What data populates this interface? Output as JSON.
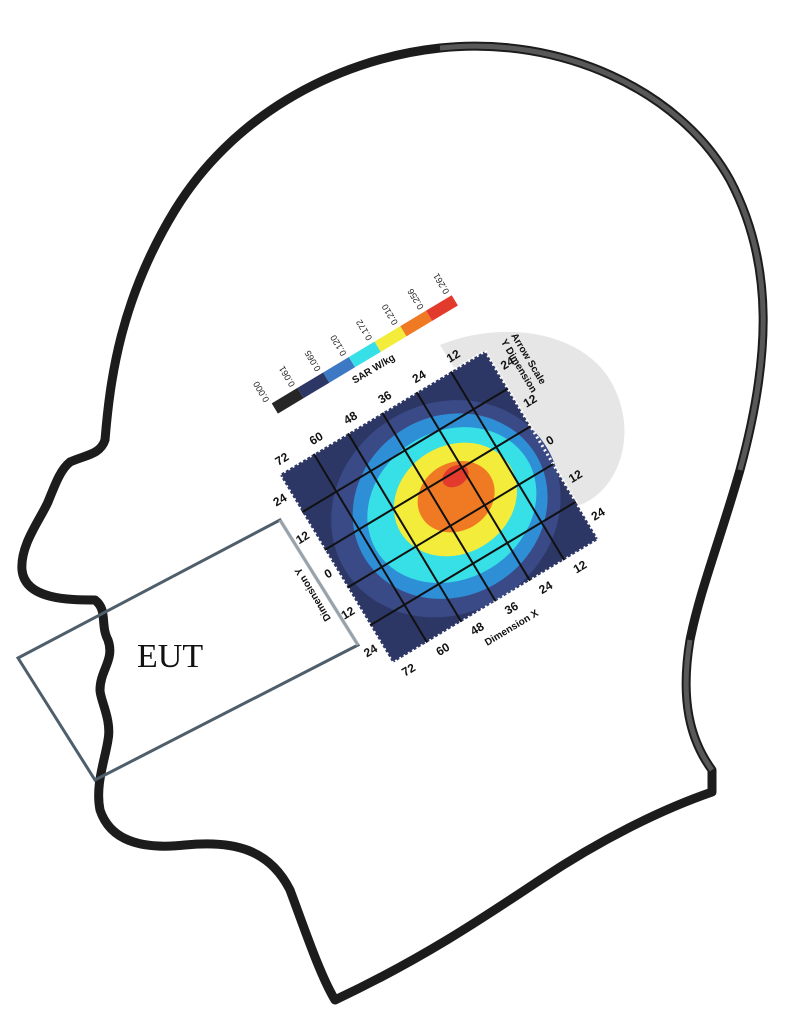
{
  "device_label": "EUT",
  "colors": {
    "head_outline": "#1c1c1c",
    "head_outline_light": "#8a8a8a",
    "device_outline": "#4e5e6a",
    "ear_shadow": "#dcdcdc",
    "grid_lines": "#111111",
    "map_background": "#2c3766",
    "level_0": "#3a4a86",
    "level_1": "#2f8fd6",
    "level_2": "#36e0e6",
    "level_3": "#f4ec3a",
    "level_4": "#f07a24",
    "level_5": "#e33a2e"
  },
  "color_scale": [
    "#262626",
    "#2c3766",
    "#3d78c4",
    "#36e0e6",
    "#f4ec3a",
    "#f07a24",
    "#e33a2e"
  ],
  "scale_ticks": [
    "0.000",
    "0.061",
    "0.065",
    "0.120",
    "0.172",
    "0.210",
    "0.256",
    "0.261"
  ],
  "scale_title": "SAR W/kg",
  "x_ticks": [
    "72",
    "60",
    "48",
    "36",
    "24",
    "12"
  ],
  "y_ticks": [
    "24",
    "12",
    "0",
    "12",
    "24"
  ],
  "x_axis_label": "Dimension X",
  "y_axis_label": "Dimension Y",
  "corner_label_1": "Arrow Scale",
  "corner_label_2": "Y Dimension"
}
